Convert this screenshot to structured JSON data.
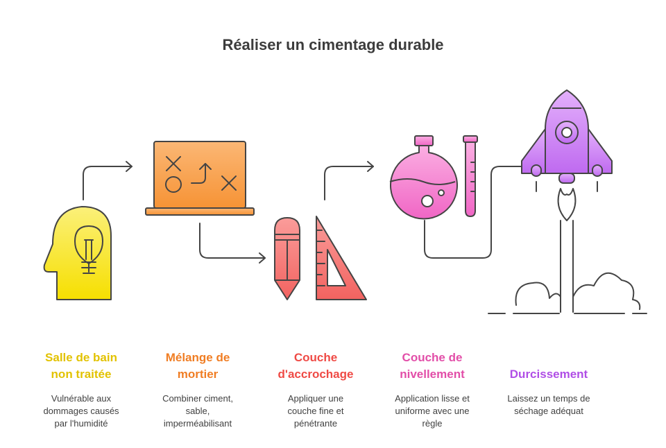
{
  "title": "Réaliser un cimentage durable",
  "steps": [
    {
      "heading": [
        "Salle de bain",
        "non traitée"
      ],
      "description": [
        "Vulnérable aux",
        "dommages causés",
        "par l'humidité"
      ],
      "color": "#e2c200"
    },
    {
      "heading": [
        "Mélange de",
        "mortier"
      ],
      "description": [
        "Combiner ciment,",
        "sable,",
        "imperméabilisant"
      ],
      "color": "#f07d23"
    },
    {
      "heading": [
        "Couche",
        "d'accrochage"
      ],
      "description": [
        "Appliquer une",
        "couche fine et",
        "pénétrante"
      ],
      "color": "#ef4a45"
    },
    {
      "heading": [
        "Couche de",
        "nivellement"
      ],
      "description": [
        "Application lisse et",
        "uniforme avec une",
        "règle"
      ],
      "color": "#e24ea8"
    },
    {
      "heading": [
        "Durcissement"
      ],
      "description": [
        "Laissez un temps de",
        "séchage adéquat"
      ],
      "color": "#b04ee6"
    }
  ],
  "icons": [
    "head-lightbulb-icon",
    "strategy-board-icon",
    "pencil-ruler-icon",
    "flask-testtube-icon",
    "rocket-icon"
  ]
}
